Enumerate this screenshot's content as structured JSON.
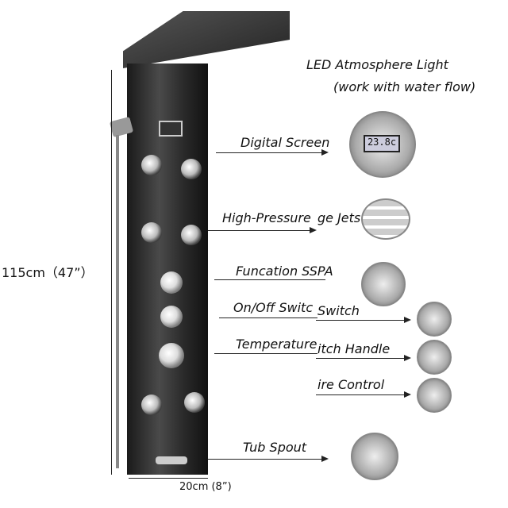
{
  "labels": {
    "led_title": "LED Atmosphere Light",
    "led_sub": "(work with water flow)",
    "digital_screen": "Digital Screen",
    "jets": "High-Pressure",
    "jets_tail": "ge Jets",
    "spa": "Funcation SSPA",
    "onoff": "On/Off Switc",
    "onoff_tail": "Switch",
    "temp": "Temperature",
    "temp_tail": "itch Handle",
    "control_tail": "ire Control",
    "tub": "Tub Spout"
  },
  "dimensions": {
    "height": "115cm（47”）",
    "width": "20cm (8”)"
  },
  "screen_reading": "23.8c"
}
